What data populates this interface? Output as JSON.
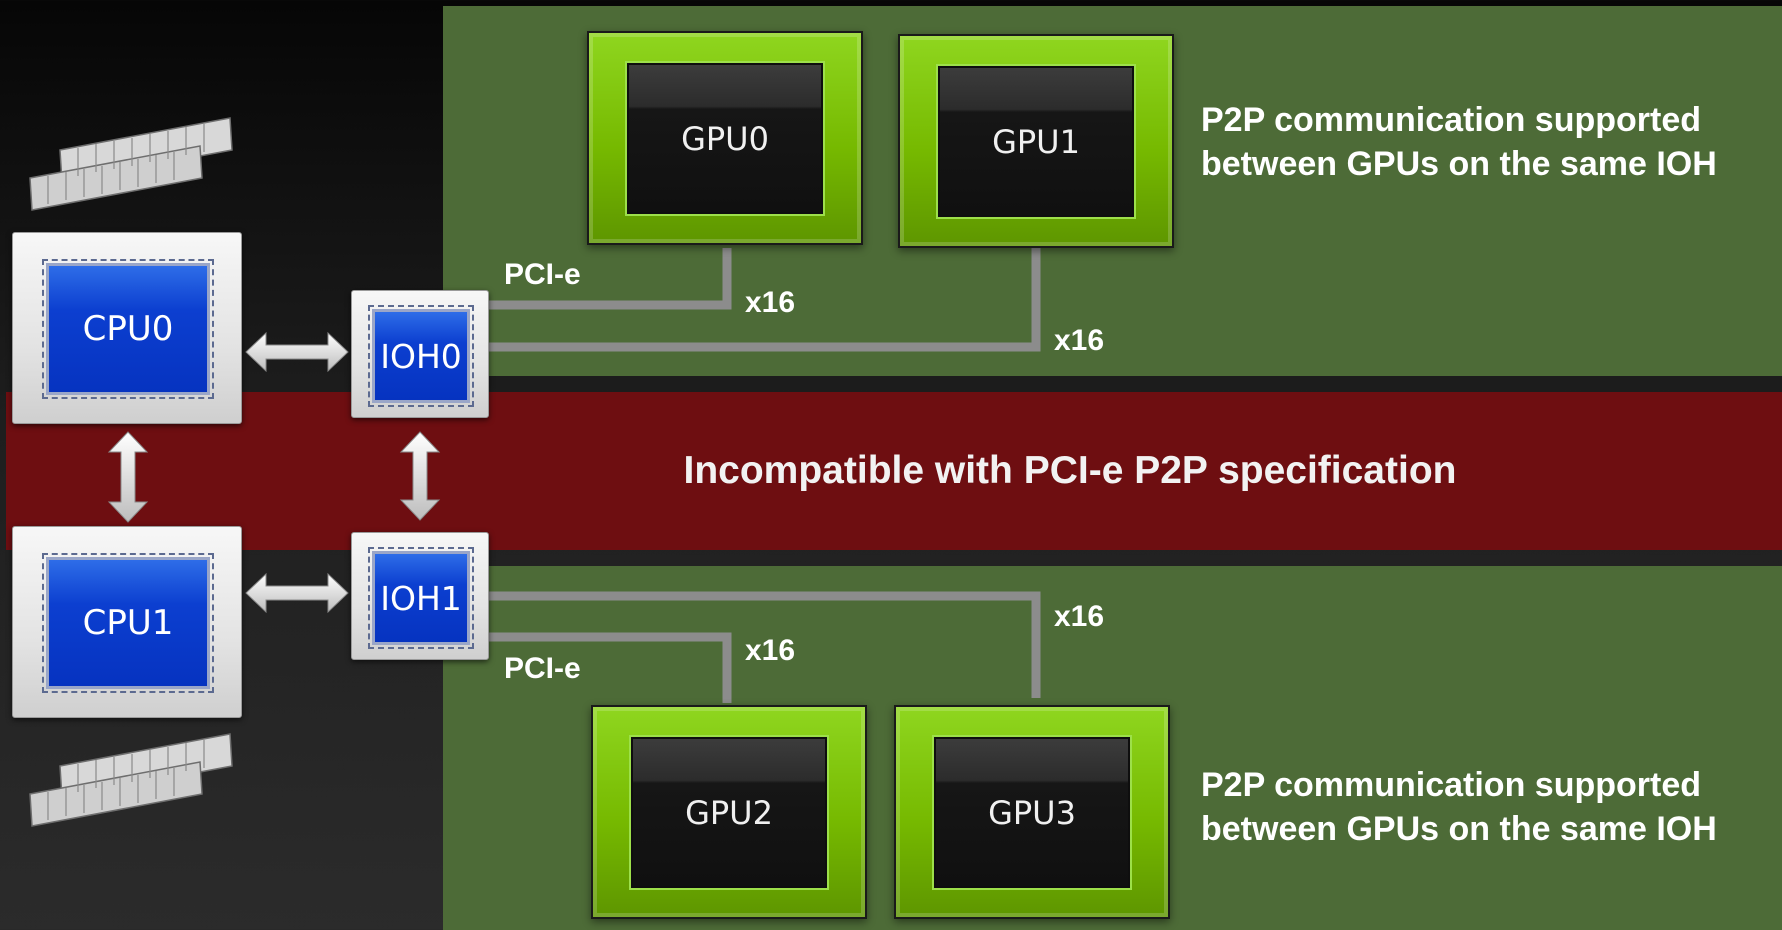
{
  "colors": {
    "panel_green": "#4d6b37",
    "band_red": "#6e0e11",
    "gpu_green": "#76b900",
    "chip_blue": "#0633c0",
    "connector_gray": "#8c8c8c"
  },
  "band": {
    "text": "Incompatible with PCI-e P2P specification"
  },
  "gpus": [
    "GPU0",
    "GPU1",
    "GPU2",
    "GPU3"
  ],
  "cpus": [
    "CPU0",
    "CPU1"
  ],
  "iohs": [
    "IOH0",
    "IOH1"
  ],
  "links": {
    "pcie_top": "PCI-e",
    "pcie_bottom": "PCI-e",
    "x16_gpu0": "x16",
    "x16_gpu1": "x16",
    "x16_gpu2": "x16",
    "x16_gpu3": "x16"
  },
  "notes": {
    "top_line1": "P2P communication supported",
    "top_line2": "between GPUs on the same IOH",
    "bottom_line1": "P2P communication supported",
    "bottom_line2": "between GPUs on the same IOH"
  },
  "icons": [
    "memory-module-icon",
    "bidirectional-arrow-icon"
  ]
}
